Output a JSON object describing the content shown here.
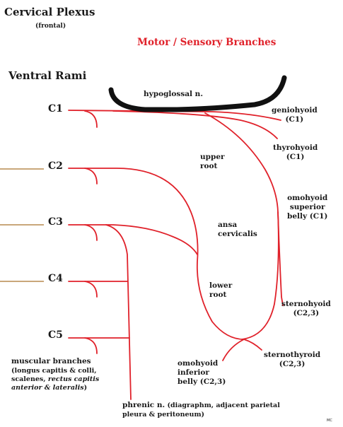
{
  "title": "Cervical Plexus",
  "subtitle": "(frontal)",
  "header_branches": "Motor / Sensory Branches",
  "ventral_rami": "Ventral Rami",
  "roots": [
    "C1",
    "C2",
    "C3",
    "C4",
    "C5"
  ],
  "nerves": {
    "hypoglossal": "hypoglossal n.",
    "upper_root": [
      "upper",
      "root"
    ],
    "ansa": [
      "ansa",
      "cervicalis"
    ],
    "lower_root": [
      "lower",
      "root"
    ],
    "phrenic": "phrenic n.",
    "phrenic_detail": " (diagraphm, adjacent parietal",
    "phrenic_detail2": "pleura & peritoneum)"
  },
  "muscles": {
    "geniohyoid": [
      "geniohyoid",
      "(C1)"
    ],
    "thyrohyoid": [
      "thyrohyoid",
      "(C1)"
    ],
    "omohyoid_superior": [
      "omohyoid",
      "superior",
      "belly (C1)"
    ],
    "sternohyoid": [
      "sternohyoid",
      "(C2,3)"
    ],
    "sternothyroid": [
      "sternothyroid",
      "(C2,3)"
    ],
    "omohyoid_inferior": [
      "omohyoid",
      "inferior",
      "belly (C2,3)"
    ]
  },
  "muscular_branches": {
    "title": "muscular branches",
    "line2": "(longus capitis & colli,",
    "line3_a": "scalenes, ",
    "line3_b": "rectus capitis",
    "line4_a": "anterior & lateralis",
    "line4_b": ")"
  },
  "initials": "MC",
  "colors": {
    "nerve": "#e0212a",
    "hypoglossal": "#111111",
    "dorsal_rami": "#c9a77a",
    "text": "#1a1a1a"
  }
}
